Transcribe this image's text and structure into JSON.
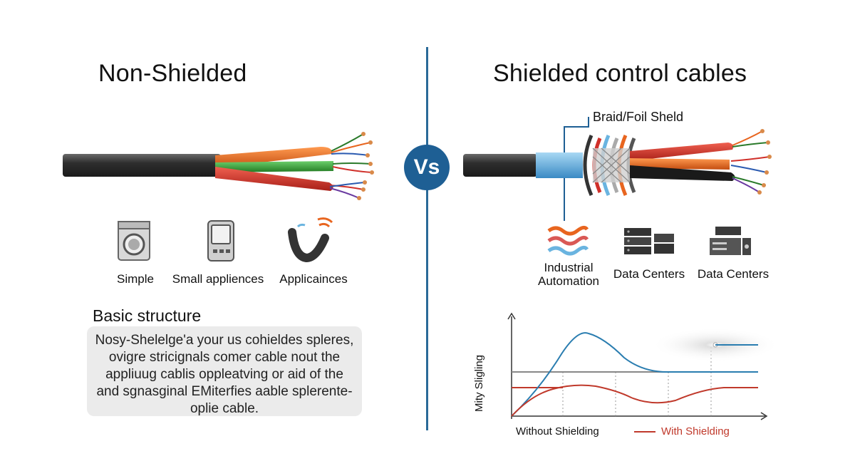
{
  "left": {
    "title": "Non-Shielded",
    "icons": [
      {
        "label": "Simple",
        "icon": "washing-machine-icon"
      },
      {
        "label": "Small appliences",
        "icon": "appliance-icon"
      },
      {
        "label": "Applicainces",
        "icon": "cable-icon"
      }
    ],
    "section_title": "Basic structure",
    "description_lines": [
      "Nosy-Shelelge'a your us cohieldes spleres,",
      "ovigre stricignals comer cable nout the",
      "appliuug cablis oppleatving or aid of the",
      "and sgnasginal EMiterfies aable splerente-",
      "oplie cable."
    ]
  },
  "vs_label": "Vs",
  "right": {
    "title": "Shielded control cables",
    "shield_label": "Braid/Foil Sheld",
    "icons": [
      {
        "label_lines": [
          "Industrial",
          "Automation"
        ],
        "icon": "waves-icon"
      },
      {
        "label_lines": [
          "Data Centers"
        ],
        "icon": "server-icon"
      },
      {
        "label_lines": [
          "Data Centers"
        ],
        "icon": "server-rack-icon"
      }
    ],
    "graph": {
      "ylabel": "Mity Sligling",
      "legend_without": "Without Shielding",
      "legend_with": "With Shielding"
    }
  },
  "colors": {
    "accent_blue": "#1e5f94",
    "cable_jacket": "#3a3a3a",
    "red_wire": "#d0302a",
    "orange_wire": "#e8651f",
    "green_wire": "#3a9a3a",
    "shield_blue": "#6ab4e0"
  }
}
